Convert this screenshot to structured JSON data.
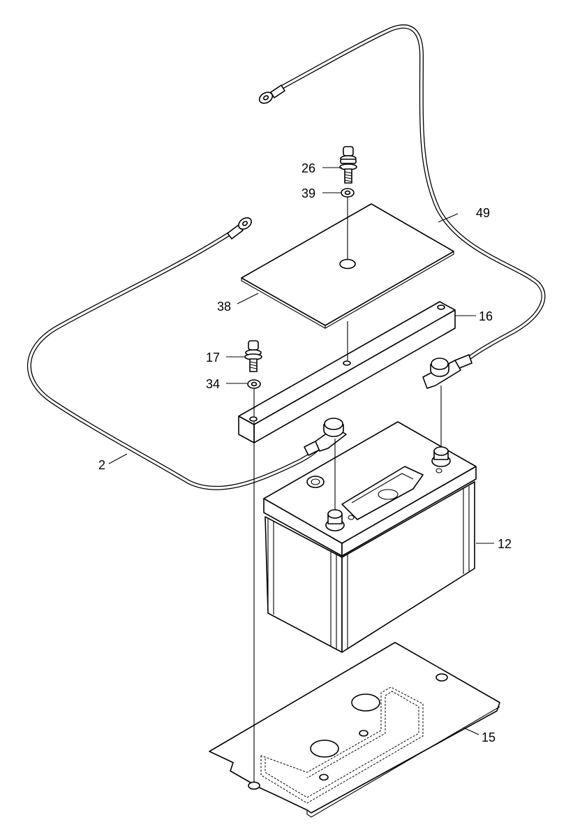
{
  "callouts": {
    "c2": "2",
    "c12": "12",
    "c15": "15",
    "c16": "16",
    "c17": "17",
    "c26": "26",
    "c34": "34",
    "c38": "38",
    "c39": "39",
    "c49": "49"
  }
}
